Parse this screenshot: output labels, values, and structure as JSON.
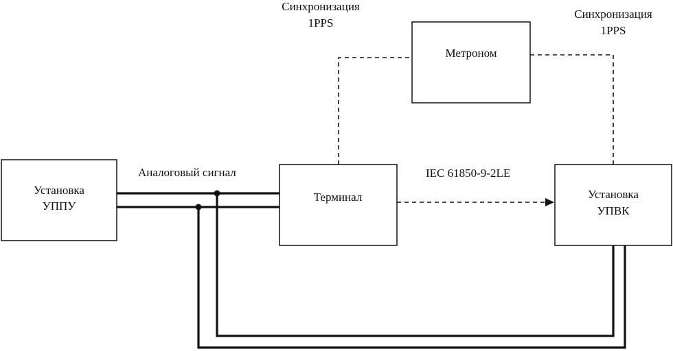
{
  "blocks": {
    "uppu": {
      "line1": "Установка",
      "line2": "УППУ"
    },
    "terminal": {
      "label": "Терминал"
    },
    "metronom": {
      "label": "Метроном"
    },
    "upvk": {
      "line1": "Установка",
      "line2": "УПВК"
    }
  },
  "labels": {
    "analog_signal": "Аналоговый сигнал",
    "iec_protocol": "IEC 61850-9-2LE",
    "sync_left_line1": "Синхронизация",
    "sync_left_line2": "1PPS",
    "sync_right_line1": "Синхронизация",
    "sync_right_line2": "1PPS"
  }
}
